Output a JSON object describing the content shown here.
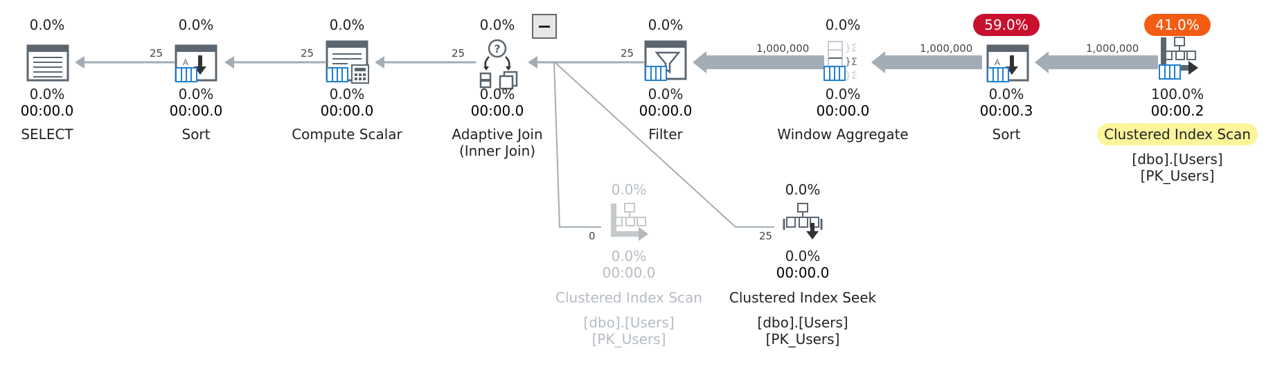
{
  "colors": {
    "arrow": "#a2adb6",
    "icon_blue": "#1f7fd4",
    "icon_gray": "#5b6670",
    "badge_red": "#c8102e",
    "badge_orange": "#f25c13",
    "highlight_yellow": "#fbf59b",
    "ghost_text": "#b6bcc3"
  },
  "collapse_button_icon": "minus-icon",
  "nodes": {
    "select": {
      "cost_top": "0.0%",
      "cost": "0.0%",
      "time": "00:00.0",
      "name": "SELECT",
      "icon": "select-icon"
    },
    "sort1": {
      "cost_top": "0.0%",
      "cost": "0.0%",
      "time": "00:00.0",
      "name": "Sort",
      "icon": "sort-icon"
    },
    "compute": {
      "cost_top": "0.0%",
      "cost": "0.0%",
      "time": "00:00.0",
      "name": "Compute Scalar",
      "icon": "compute-scalar-icon"
    },
    "adaptive": {
      "cost_top": "0.0%",
      "cost": "0.0%",
      "time": "00:00.0",
      "name": "Adaptive Join",
      "sub": "(Inner Join)",
      "icon": "adaptive-join-icon"
    },
    "filter": {
      "cost_top": "0.0%",
      "cost": "0.0%",
      "time": "00:00.0",
      "name": "Filter",
      "icon": "filter-icon"
    },
    "window": {
      "cost_top": "0.0%",
      "cost": "0.0%",
      "time": "00:00.0",
      "name": "Window Aggregate",
      "icon": "window-aggregate-icon"
    },
    "sort2": {
      "badge": "59.0%",
      "cost": "0.0%",
      "time": "00:00.3",
      "name": "Sort",
      "icon": "sort-icon"
    },
    "scan1": {
      "badge": "41.0%",
      "cost": "100.0%",
      "time": "00:00.2",
      "name": "Clustered Index Scan",
      "obj1": "[dbo].[Users]",
      "obj2": "[PK_Users]",
      "icon": "clustered-index-scan-icon"
    },
    "scan2": {
      "cost_top": "0.0%",
      "cost": "0.0%",
      "time": "00:00.0",
      "name": "Clustered Index Scan",
      "obj1": "[dbo].[Users]",
      "obj2": "[PK_Users]",
      "icon": "clustered-index-scan-icon"
    },
    "seek": {
      "cost_top": "0.0%",
      "cost": "0.0%",
      "time": "00:00.0",
      "name": "Clustered Index Seek",
      "obj1": "[dbo].[Users]",
      "obj2": "[PK_Users]",
      "icon": "clustered-index-seek-icon"
    }
  },
  "edges": {
    "sort1_to_select": "25",
    "compute_to_sort1": "25",
    "adaptive_to_compute": "25",
    "filter_to_adaptive": "25",
    "window_to_filter": "1,000,000",
    "sort2_to_window": "1,000,000",
    "scan1_to_sort2": "1,000,000",
    "scan2_to_adaptive": "0",
    "seek_to_adaptive": "25"
  }
}
